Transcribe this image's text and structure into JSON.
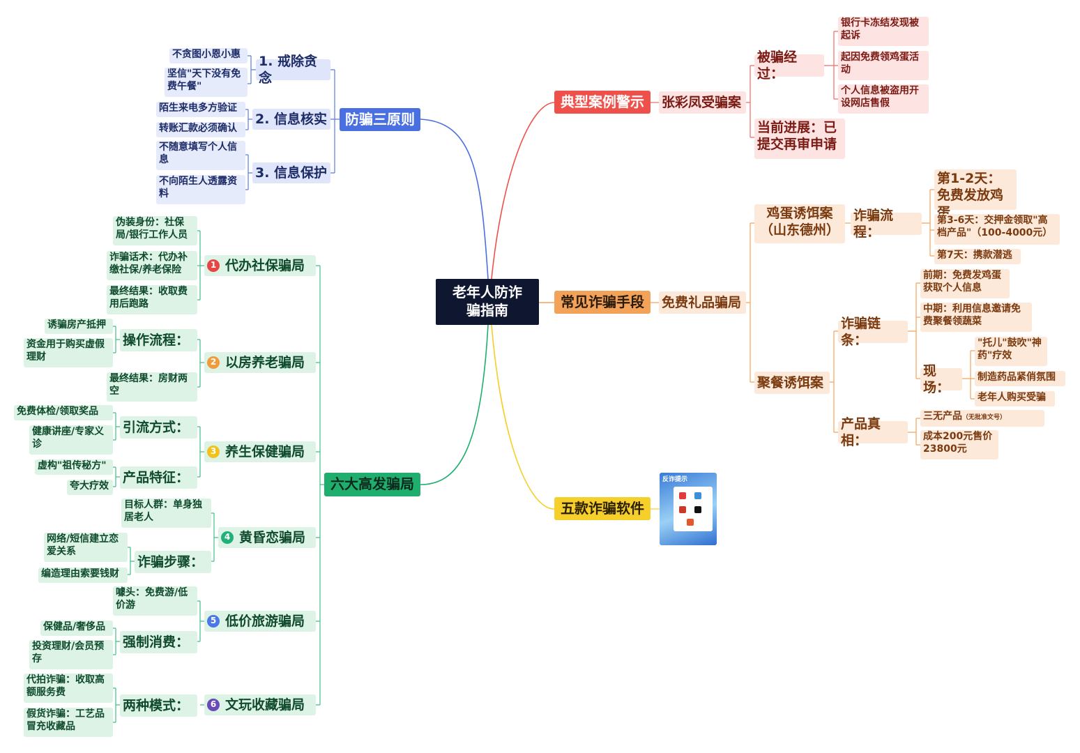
{
  "root": "老年人防诈骗指南",
  "branches": {
    "principles": {
      "label": "防骗三原则",
      "items": [
        {
          "label": "1. 戒除贪念",
          "leaves": [
            "不贪图小恩小惠",
            "坚信\"天下没有免费午餐\""
          ]
        },
        {
          "label": "2. 信息核实",
          "leaves": [
            "陌生来电多方验证",
            "转账汇款必须确认"
          ]
        },
        {
          "label": "3. 信息保护",
          "leaves": [
            "不随意填写个人信息",
            "不向陌生人透露资料"
          ]
        }
      ]
    },
    "six_scams": {
      "label": "六大高发骗局",
      "items": [
        {
          "num": "1",
          "label": "代办社保骗局",
          "leaves": [
            "伪装身份：社保局/银行工作人员",
            "诈骗话术：代办补缴社保/养老保险",
            "最终结果：收取费用后跑路"
          ]
        },
        {
          "num": "2",
          "label": "以房养老骗局",
          "sub": "操作流程：",
          "sub_leaves": [
            "诱骗房产抵押",
            "资金用于购买虚假理财"
          ],
          "leaves": [
            "最终结果：房财两空"
          ]
        },
        {
          "num": "3",
          "label": "养生保健骗局",
          "groups": [
            {
              "label": "引流方式：",
              "leaves": [
                "免费体检/领取奖品",
                "健康讲座/专家义诊"
              ]
            },
            {
              "label": "产品特征：",
              "leaves": [
                "虚构\"祖传秘方\"",
                "夸大疗效"
              ]
            }
          ]
        },
        {
          "num": "4",
          "label": "黄昏恋骗局",
          "leaves": [
            "目标人群：单身独居老人"
          ],
          "sub": "诈骗步骤：",
          "sub_leaves": [
            "网络/短信建立恋爱关系",
            "编造理由索要钱财"
          ]
        },
        {
          "num": "5",
          "label": "低价旅游骗局",
          "leaves": [
            "噱头：免费游/低价游"
          ],
          "sub": "强制消费：",
          "sub_leaves": [
            "保健品/奢侈品",
            "投资理财/会员预存"
          ]
        },
        {
          "num": "6",
          "label": "文玩收藏骗局",
          "sub": "两种模式：",
          "sub_leaves": [
            "代拍诈骗：收取高额服务费",
            "假货诈骗：工艺品冒充收藏品"
          ]
        }
      ]
    },
    "case": {
      "label": "典型案例警示",
      "case_name": "张彩凤受骗案",
      "process_label": "被骗经过：",
      "process": [
        "银行卡冻结发现被起诉",
        "起因免费领鸡蛋活动",
        "个人信息被盗用开设网店售假"
      ],
      "progress": "当前进展：已提交再审申请"
    },
    "methods": {
      "label": "常见诈骗手段",
      "method_name": "免费礼品骗局",
      "egg_case": "鸡蛋诱饵案（山东德州）",
      "egg_flow_label": "诈骗流程：",
      "egg_flow": [
        "第1-2天：免费发放鸡蛋",
        "第3-6天：交押金领取\"高档产品\"（100-4000元）",
        "第7天：携款潜逃"
      ],
      "dinner_case": "聚餐诱饵案",
      "chain_label": "诈骗链条：",
      "chain": [
        "前期：免费发鸡蛋获取个人信息",
        "中期：利用信息邀请免费聚餐领蔬菜"
      ],
      "scene_label": "现场：",
      "scene": [
        "\"托儿\"鼓吹\"神药\"疗效",
        "制造药品紧俏氛围",
        "老年人购买受骗"
      ],
      "truth_label": "产品真相：",
      "truth_main": "三无产品",
      "truth_note": "（无批准文号）",
      "truth_cost": "成本200元售价23800元"
    },
    "apps": {
      "label": "五款诈骗软件",
      "thumb_title": "反诈提示"
    }
  },
  "colors": {
    "blue": "#4a6fe0",
    "red": "#f0504a",
    "orange": "#f3a25a",
    "green": "#1fae6e",
    "yellow": "#f6cf2b",
    "badge": [
      "#e84545",
      "#f39a3a",
      "#f2c21a",
      "#22b07a",
      "#4a78e6",
      "#6a4ab8"
    ]
  }
}
